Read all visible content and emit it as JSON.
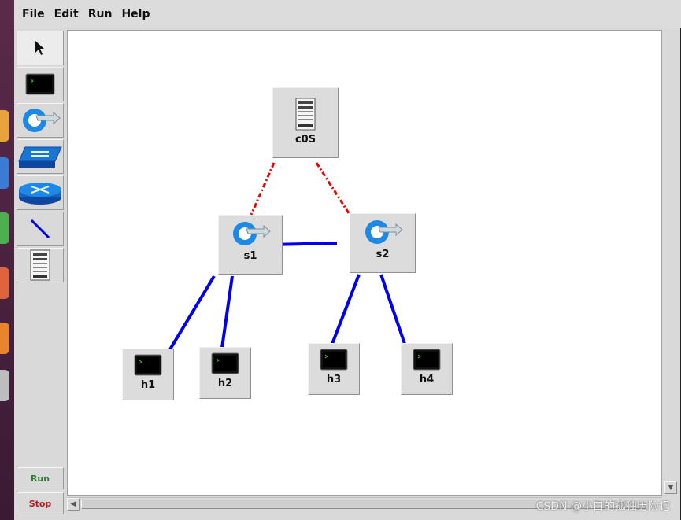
{
  "menubar": {
    "items": [
      "File",
      "Edit",
      "Run",
      "Help"
    ]
  },
  "toolbar": {
    "tools": [
      {
        "name": "select-tool",
        "icon": "pointer-icon"
      },
      {
        "name": "host-tool",
        "icon": "terminal-icon"
      },
      {
        "name": "switch-tool",
        "icon": "openflow-switch-icon"
      },
      {
        "name": "legacy-switch-tool",
        "icon": "legacy-switch-icon"
      },
      {
        "name": "router-tool",
        "icon": "router-icon"
      },
      {
        "name": "link-tool",
        "icon": "link-icon"
      },
      {
        "name": "controller-tool",
        "icon": "server-icon"
      }
    ],
    "run_label": "Run",
    "stop_label": "Stop"
  },
  "topology": {
    "nodes": [
      {
        "id": "c0S",
        "label": "c0S",
        "type": "controller"
      },
      {
        "id": "s1",
        "label": "s1",
        "type": "switch"
      },
      {
        "id": "s2",
        "label": "s2",
        "type": "switch"
      },
      {
        "id": "h1",
        "label": "h1",
        "type": "host"
      },
      {
        "id": "h2",
        "label": "h2",
        "type": "host"
      },
      {
        "id": "h3",
        "label": "h3",
        "type": "host"
      },
      {
        "id": "h4",
        "label": "h4",
        "type": "host"
      }
    ],
    "links": [
      {
        "from": "c0S",
        "to": "s1",
        "style": "controller"
      },
      {
        "from": "c0S",
        "to": "s2",
        "style": "controller"
      },
      {
        "from": "s1",
        "to": "s2",
        "style": "data"
      },
      {
        "from": "s1",
        "to": "h1",
        "style": "data"
      },
      {
        "from": "s1",
        "to": "h2",
        "style": "data"
      },
      {
        "from": "s2",
        "to": "h3",
        "style": "data"
      },
      {
        "from": "s2",
        "to": "h4",
        "style": "data"
      }
    ]
  },
  "colors": {
    "data_link": "#0000ee",
    "controller_link": "#ee0000",
    "run_text": "#2e7d32",
    "stop_text": "#b71c1c"
  },
  "watermark": "CSDN @小白的孤独历险记"
}
